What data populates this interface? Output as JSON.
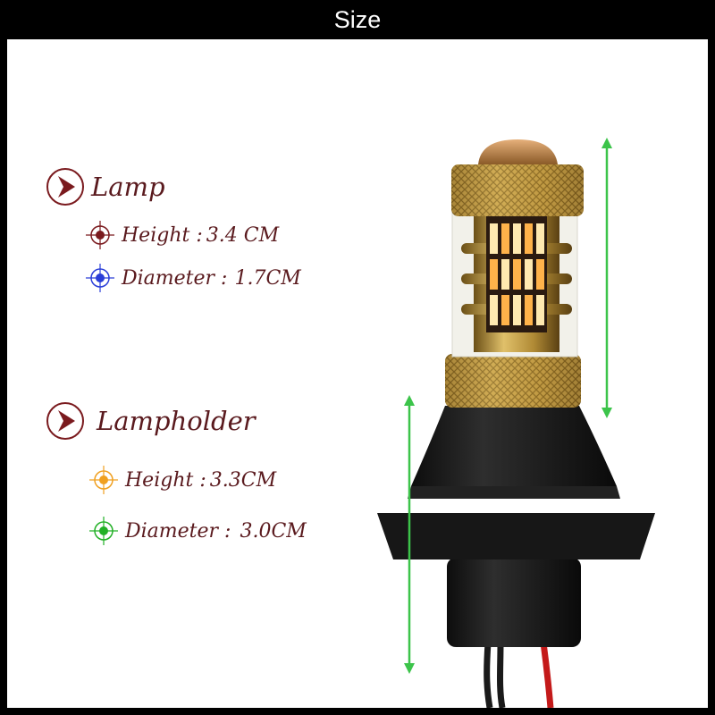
{
  "title": "Size",
  "lamp": {
    "label": "Lamp",
    "height": {
      "label": "Height :",
      "value": "3.4 CM",
      "color": "#7a1a1e"
    },
    "diameter": {
      "label": "Diameter :",
      "value": "1.7CM",
      "color": "#2a3ed8"
    }
  },
  "lampholder": {
    "label": "Lampholder",
    "height": {
      "label": "Height :",
      "value": "3.3CM",
      "color": "#f0a020"
    },
    "diameter": {
      "label": "Diameter :",
      "value": "3.0CM",
      "color": "#22b026"
    }
  },
  "colors": {
    "text": "#5a1a1e",
    "chevron": "#7a1a1e",
    "measure_line": "#3cc44a",
    "gold": "#c9a24a",
    "socket": "#1b1b1b"
  }
}
